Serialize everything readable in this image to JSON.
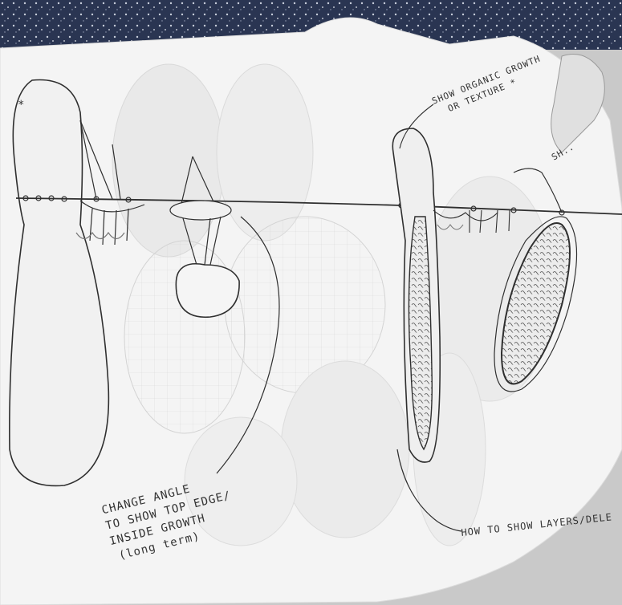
{
  "annotations": {
    "change_angle": [
      "CHANGE ANGLE",
      "TO SHOW TOP EDGE/",
      "INSIDE GROWTH",
      "(long term)"
    ],
    "organic_growth": [
      "SHOW ORGANIC GROWTH",
      "OR TEXTURE *"
    ],
    "layers": "HOW TO SHOW LAYERS/DELE",
    "side_note": "SH.."
  },
  "colors": {
    "sky": "#2a3552",
    "paper": "#f4f4f4",
    "backdrop": "#c9c9c9",
    "ink": "#333333"
  }
}
